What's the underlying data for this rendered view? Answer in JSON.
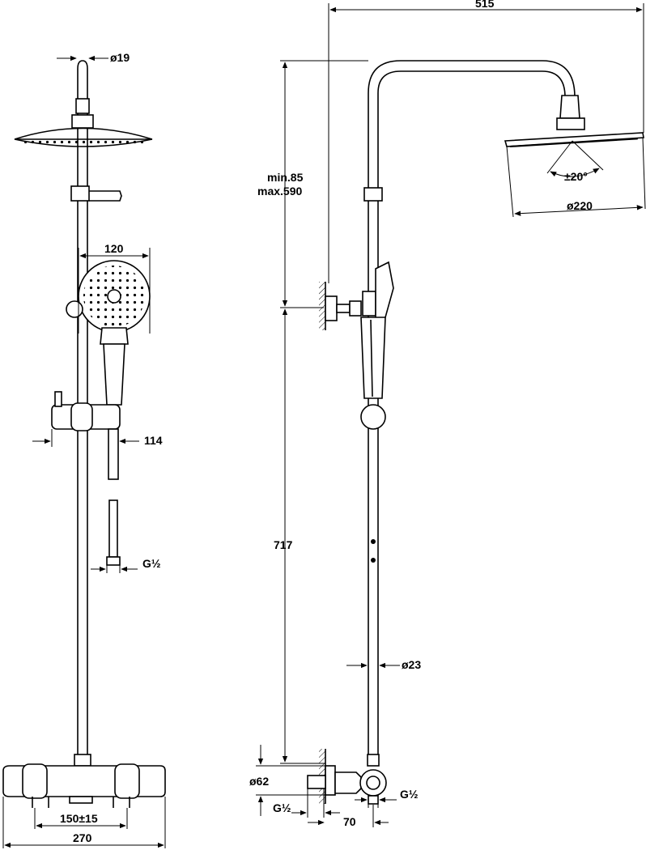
{
  "dimensions": {
    "width_total": "515",
    "head_pivot_dia": "ø19",
    "handshower_dia": "120",
    "holder_offset": "114",
    "thread_left": "G½",
    "arm_length": "min.85",
    "arm_length_max": "max.590",
    "tilt_angle": "±20°",
    "head_dia": "ø220",
    "rail_height": "717",
    "pipe_dia": "ø23",
    "flange_dia": "ø62",
    "thread_right_bottom": "G½",
    "thread_right_side": "G½",
    "wall_offset": "70",
    "center_distance": "150±15",
    "body_width": "270"
  }
}
